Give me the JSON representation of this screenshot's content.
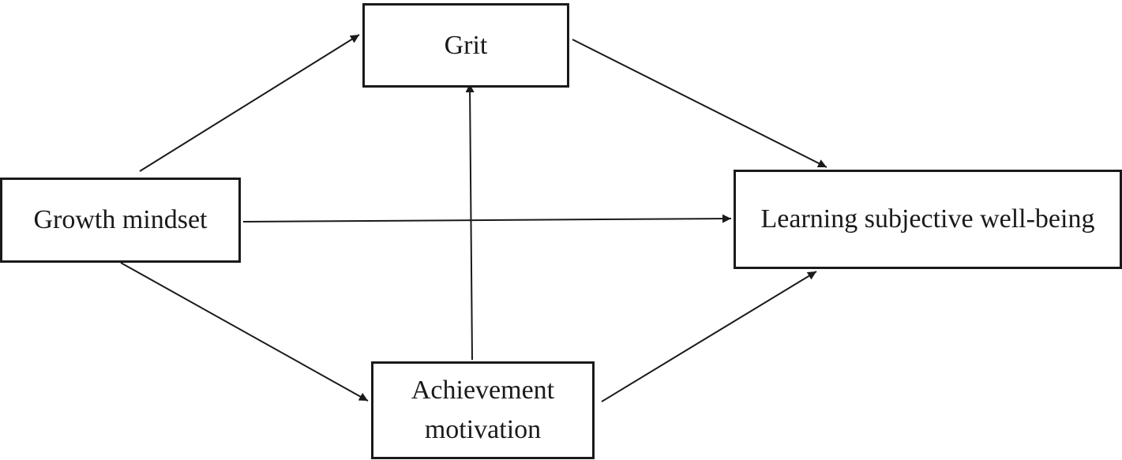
{
  "nodes": {
    "grit": "Grit",
    "growth_mindset": "Growth mindset",
    "learning_subjective_well_being": "Learning subjective well-being",
    "achievement_motivation": "Achievement motivation"
  },
  "edges": [
    {
      "from": "growth_mindset",
      "to": "grit"
    },
    {
      "from": "growth_mindset",
      "to": "learning_subjective_well_being"
    },
    {
      "from": "growth_mindset",
      "to": "achievement_motivation"
    },
    {
      "from": "achievement_motivation",
      "to": "grit"
    },
    {
      "from": "grit",
      "to": "learning_subjective_well_being"
    },
    {
      "from": "achievement_motivation",
      "to": "learning_subjective_well_being"
    }
  ],
  "colors": {
    "stroke": "#1a1a1a",
    "background": "#ffffff"
  }
}
